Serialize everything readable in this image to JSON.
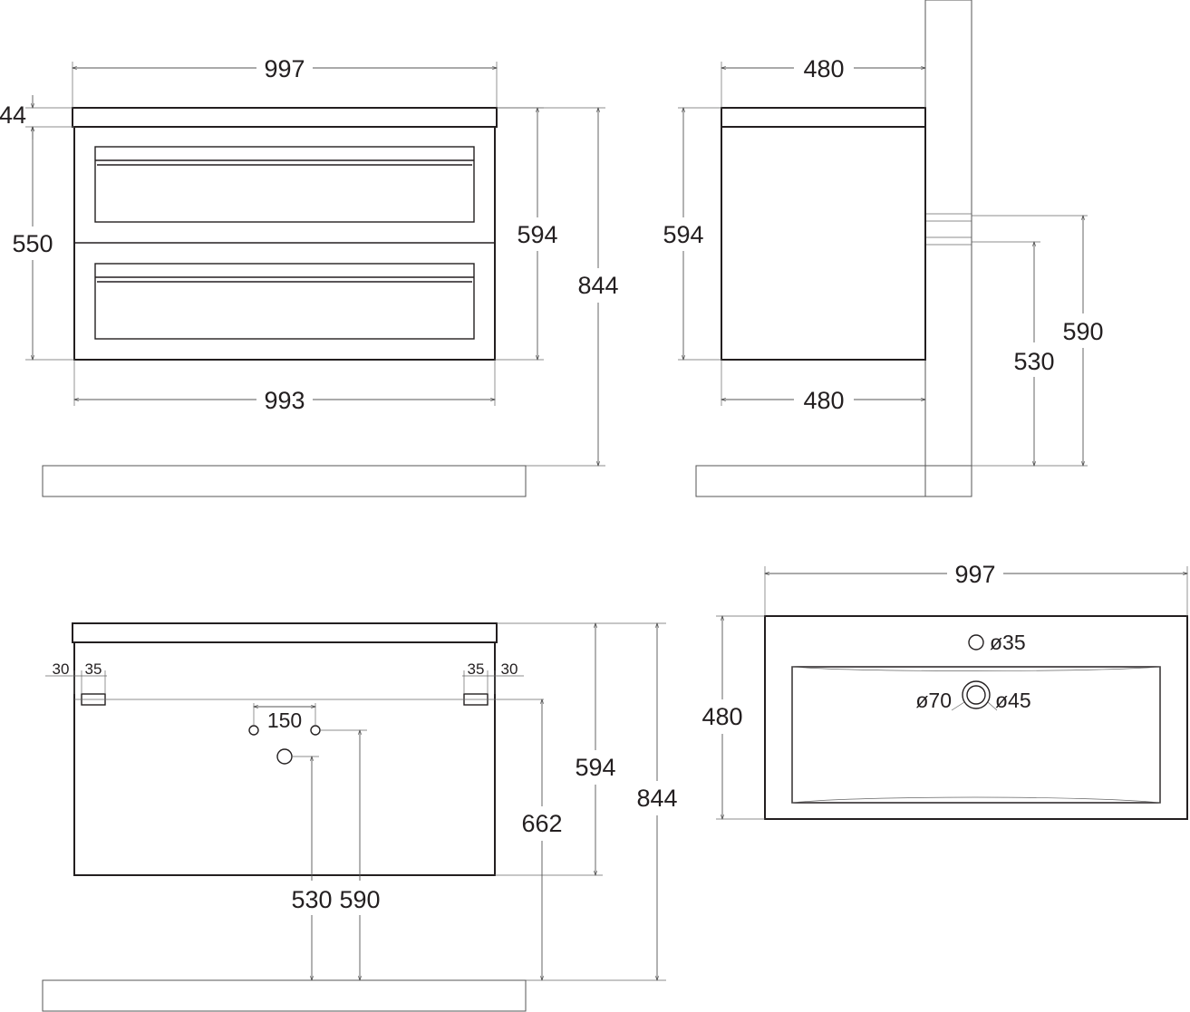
{
  "front_view": {
    "width_top": "997",
    "top_thickness": "44",
    "body_height": "550",
    "cabinet_height": "594",
    "total_height": "844",
    "width_bottom": "993"
  },
  "side_view": {
    "depth_top": "480",
    "height": "594",
    "depth_bottom": "480",
    "pipe_low": "530",
    "pipe_high": "590"
  },
  "rear_view": {
    "left_edge": "30",
    "left_mount": "35",
    "right_mount": "35",
    "right_edge": "30",
    "hole_spacing": "150",
    "cabinet_height": "594",
    "mount_height": "662",
    "total_height": "844",
    "drain_height": "530",
    "supply_height": "590"
  },
  "top_view": {
    "width": "997",
    "depth": "480",
    "tap_hole": "ø35",
    "drain_outer": "ø70",
    "drain_inner": "ø45"
  }
}
